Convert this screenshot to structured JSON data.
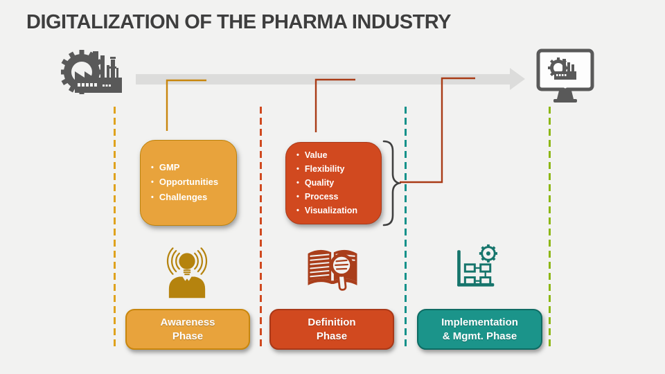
{
  "title": "DIGITALIZATION OF THE PHARMA INDUSTRY",
  "colors": {
    "background": "#F2F2F1",
    "title_text": "#3E3E3E",
    "icon_gray": "#595959",
    "timeline_band": "#DCDCDB",
    "amber_fill": "#E8A33C",
    "amber_border": "#BD820B",
    "amber_arrow": "#C8860D",
    "red_fill": "#D1491F",
    "red_border": "#A93818",
    "red_arrow": "#A93B16",
    "teal_fill": "#1B948A",
    "teal_border": "#0E6B63",
    "dash_amber": "#DFA21D",
    "dash_red": "#D0491F",
    "dash_teal": "#13918A",
    "dash_green": "#8DB715"
  },
  "timeline": {
    "start_icon": "factory-gear-icon",
    "end_icon": "monitor-factory-icon"
  },
  "phases": [
    {
      "name": "Awareness Phase",
      "label_line1": "Awareness",
      "label_line2": "Phase",
      "icon": "person-lightbulb-icon",
      "items": [
        "GMP",
        "Opportunities",
        "Challenges"
      ]
    },
    {
      "name": "Definition Phase",
      "label_line1": "Definition",
      "label_line2": "Phase",
      "icon": "book-magnifier-icon",
      "items": [
        "Value",
        "Flexibility",
        "Quality",
        "Process",
        "Visualization"
      ]
    },
    {
      "name": "Implementation & Mgmt. Phase",
      "label_line1": "Implementation",
      "label_line2": "& Mgmt. Phase",
      "icon": "flowchart-gear-icon",
      "items": []
    }
  ]
}
